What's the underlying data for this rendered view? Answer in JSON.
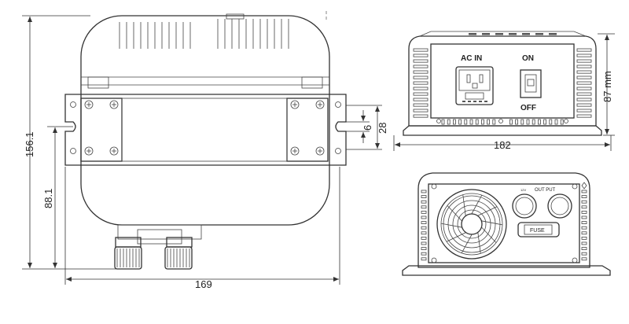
{
  "dimensions": {
    "overall_height": "156.1",
    "mount_height": "88.1",
    "width_main": "169",
    "slot_small": "6",
    "slot_pitch": "28",
    "height_side": "87 mm",
    "width_side": "182"
  },
  "panel_labels": {
    "ac_in": "AC  IN",
    "on": "ON",
    "off": "OFF",
    "output": "OUT PUT",
    "fuse": "FUSE"
  },
  "colors": {
    "line": "#333333",
    "background": "#ffffff"
  }
}
